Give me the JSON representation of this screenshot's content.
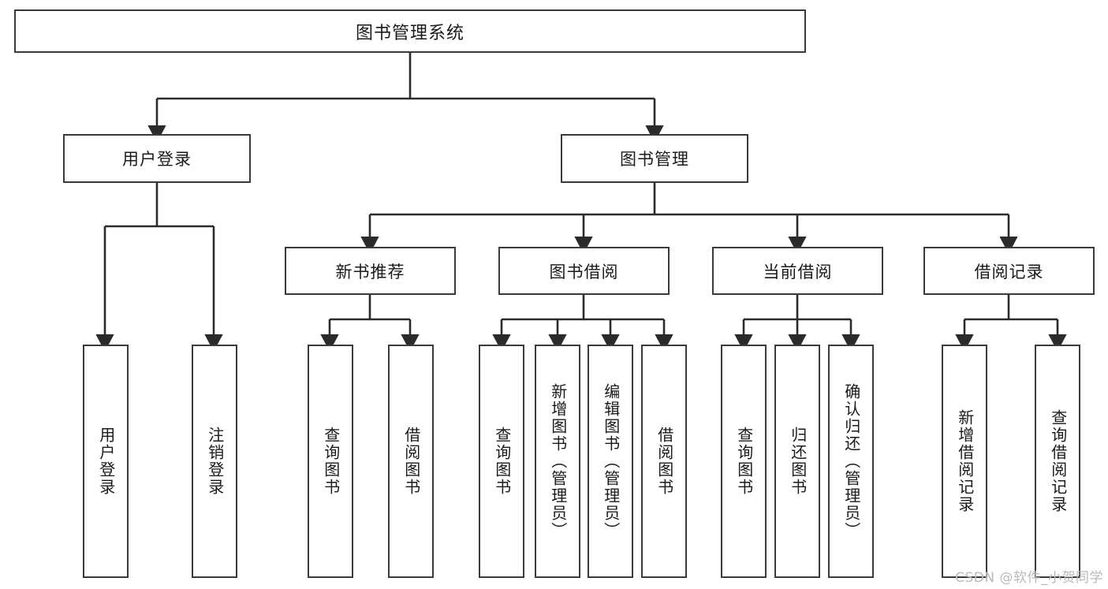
{
  "diagram": {
    "title": "图书管理系统",
    "type": "tree",
    "watermark": "CSDN @软件_小贺同学",
    "colors": {
      "box_border": "#3a3a3a",
      "box_fill": "#ffffff",
      "line": "#2b2b2b",
      "text": "#1a1a1a",
      "watermark": "#b9b9b9"
    },
    "root": {
      "label": "图书管理系统"
    },
    "level1": [
      {
        "label": "用户登录"
      },
      {
        "label": "图书管理"
      }
    ],
    "level2": [
      {
        "label": "新书推荐"
      },
      {
        "label": "图书借阅"
      },
      {
        "label": "当前借阅"
      },
      {
        "label": "借阅记录"
      }
    ],
    "leaves": {
      "user_login": [
        {
          "label": "用户登录"
        },
        {
          "label": "注销登录"
        }
      ],
      "new_book_recommend": [
        {
          "label": "查询图书"
        },
        {
          "label": "借阅图书"
        }
      ],
      "book_borrow": [
        {
          "label": "查询图书"
        },
        {
          "label": "新增图书（管理员）"
        },
        {
          "label": "编辑图书（管理员）"
        },
        {
          "label": "借阅图书"
        }
      ],
      "current_borrow": [
        {
          "label": "查询图书"
        },
        {
          "label": "归还图书"
        },
        {
          "label": "确认归还（管理员）"
        }
      ],
      "borrow_record": [
        {
          "label": "新增借阅记录"
        },
        {
          "label": "查询借阅记录"
        }
      ]
    }
  }
}
